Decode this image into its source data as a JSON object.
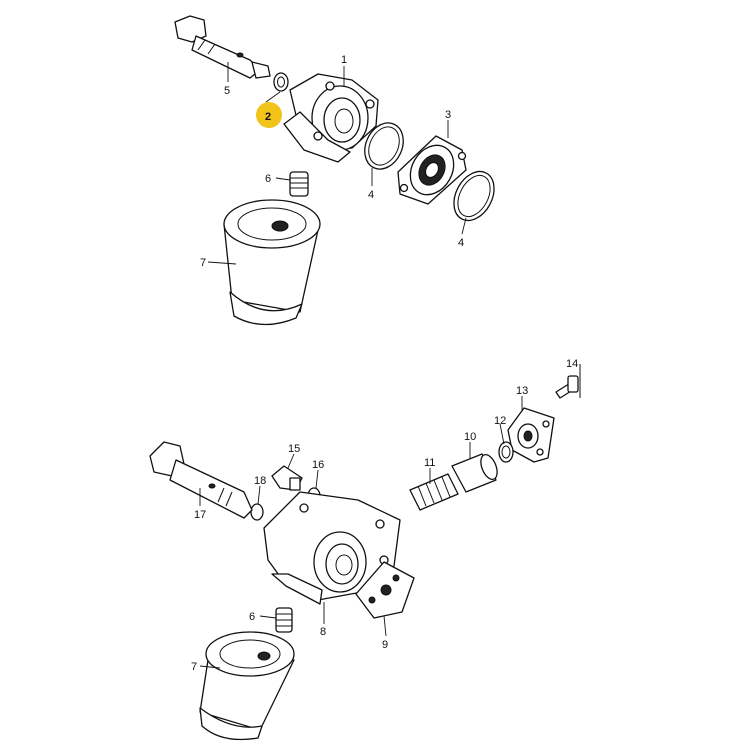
{
  "diagram": {
    "highlight_color": "#F2C318",
    "callouts": [
      {
        "id": "c1",
        "label": "1"
      },
      {
        "id": "c2",
        "label": "2",
        "highlighted": true
      },
      {
        "id": "c3",
        "label": "3"
      },
      {
        "id": "c4a",
        "label": "4"
      },
      {
        "id": "c4b",
        "label": "4"
      },
      {
        "id": "c5",
        "label": "5"
      },
      {
        "id": "c6a",
        "label": "6"
      },
      {
        "id": "c7a",
        "label": "7"
      },
      {
        "id": "c14",
        "label": "14"
      },
      {
        "id": "c13",
        "label": "13"
      },
      {
        "id": "c12",
        "label": "12"
      },
      {
        "id": "c10",
        "label": "10"
      },
      {
        "id": "c11",
        "label": "11"
      },
      {
        "id": "c15",
        "label": "15"
      },
      {
        "id": "c16",
        "label": "16"
      },
      {
        "id": "c18",
        "label": "18"
      },
      {
        "id": "c17",
        "label": "17"
      },
      {
        "id": "c8",
        "label": "8"
      },
      {
        "id": "c9",
        "label": "9"
      },
      {
        "id": "c6b",
        "label": "6"
      },
      {
        "id": "c7b",
        "label": "7"
      }
    ]
  }
}
